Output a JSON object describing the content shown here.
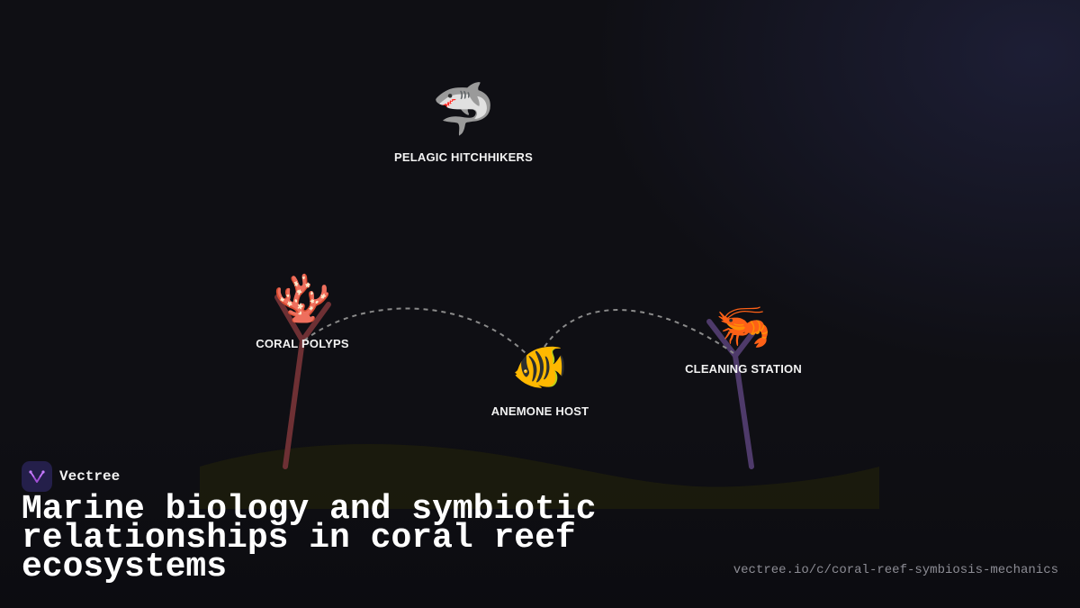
{
  "nodes": {
    "shark": {
      "emoji": "🦈",
      "label": "PELAGIC HITCHHIKERS"
    },
    "coral": {
      "emoji": "🪸",
      "label": "CORAL POLYPS"
    },
    "fish": {
      "emoji": "🐠",
      "label": "ANEMONE HOST"
    },
    "shrimp": {
      "emoji": "🦐",
      "label": "CLEANING STATION"
    }
  },
  "brand": {
    "name": "Vectree"
  },
  "title": "Marine biology and symbiotic relationships in coral reef ecosystems",
  "url": "vectree.io/c/coral-reef-symbiosis-mechanics",
  "colors": {
    "background": "#0f0f14",
    "coral_stalk": "#6b2f34",
    "shrimp_stalk": "#4c3866",
    "seabed": "#1c1c0e",
    "connector": "#8a8a8a",
    "logo_accent": "#a24fd6"
  }
}
